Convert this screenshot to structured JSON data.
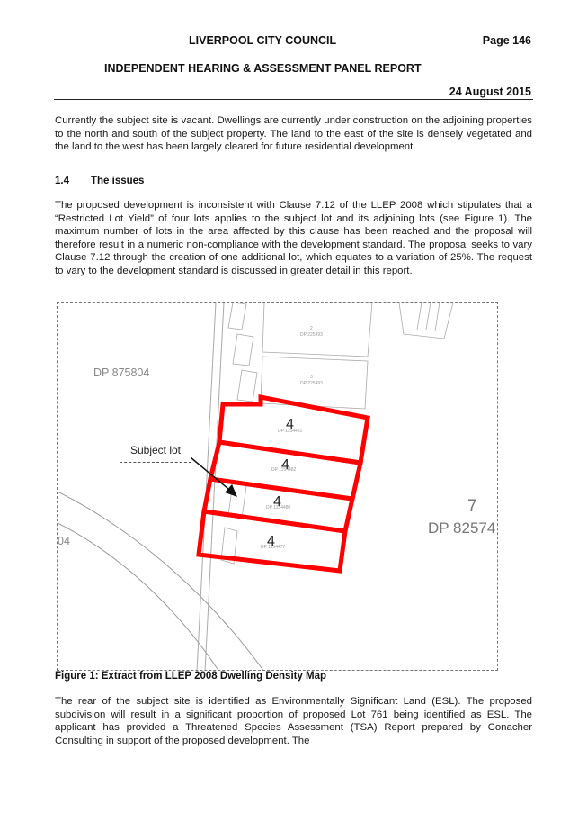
{
  "header": {
    "council": "LIVERPOOL CITY COUNCIL",
    "page": "Page 146",
    "report_title": "INDEPENDENT HEARING & ASSESSMENT PANEL REPORT",
    "date": "24 August 2015"
  },
  "paragraphs": {
    "p1": "Currently the subject site is vacant. Dwellings are currently under construction on the adjoining properties to the north and south of the subject property. The land to the east of the site is densely vegetated and the land to the west has been largely cleared for future residential development.",
    "p2": "The proposed development is inconsistent with Clause 7.12 of the LLEP 2008 which stipulates that a “Restricted Lot Yield” of four lots applies to the subject lot and its adjoining lots (see Figure 1). The maximum number of lots in the area affected by this clause has been reached and the proposal will therefore result in a numeric non-compliance with the development standard. The proposal seeks to vary Clause 7.12 through the creation of one additional lot, which equates to a variation of 25%. The request to vary to the development standard is discussed in greater detail in this report.",
    "p3": "The rear of the subject site is identified as Environmentally Significant Land (ESL). The proposed subdivision will result in a significant proportion of proposed Lot 761 being identified as ESL. The applicant has provided a Threatened Species Assessment (TSA) Report prepared by Conacher Consulting in support of the proposed development. The"
  },
  "section": {
    "number": "1.4",
    "title": "The issues"
  },
  "figure": {
    "caption": "Figure 1: Extract from LLEP 2008 Dwelling Density Map",
    "callout": "Subject lot",
    "labels": {
      "dp_left": "DP 875804",
      "lot_seven": "7",
      "dp_right": "DP 82574",
      "lot_04": "04"
    },
    "lot_digits": [
      "4",
      "4",
      "4",
      "4"
    ],
    "small_labels": [
      "2",
      "DP 225493",
      "3",
      "DP 225493",
      "DP 1154481",
      "DP 1154482",
      "DP 1154480",
      "DP 1154477"
    ],
    "colors": {
      "lot_outline": "#ff0000",
      "road": "#999999"
    }
  }
}
